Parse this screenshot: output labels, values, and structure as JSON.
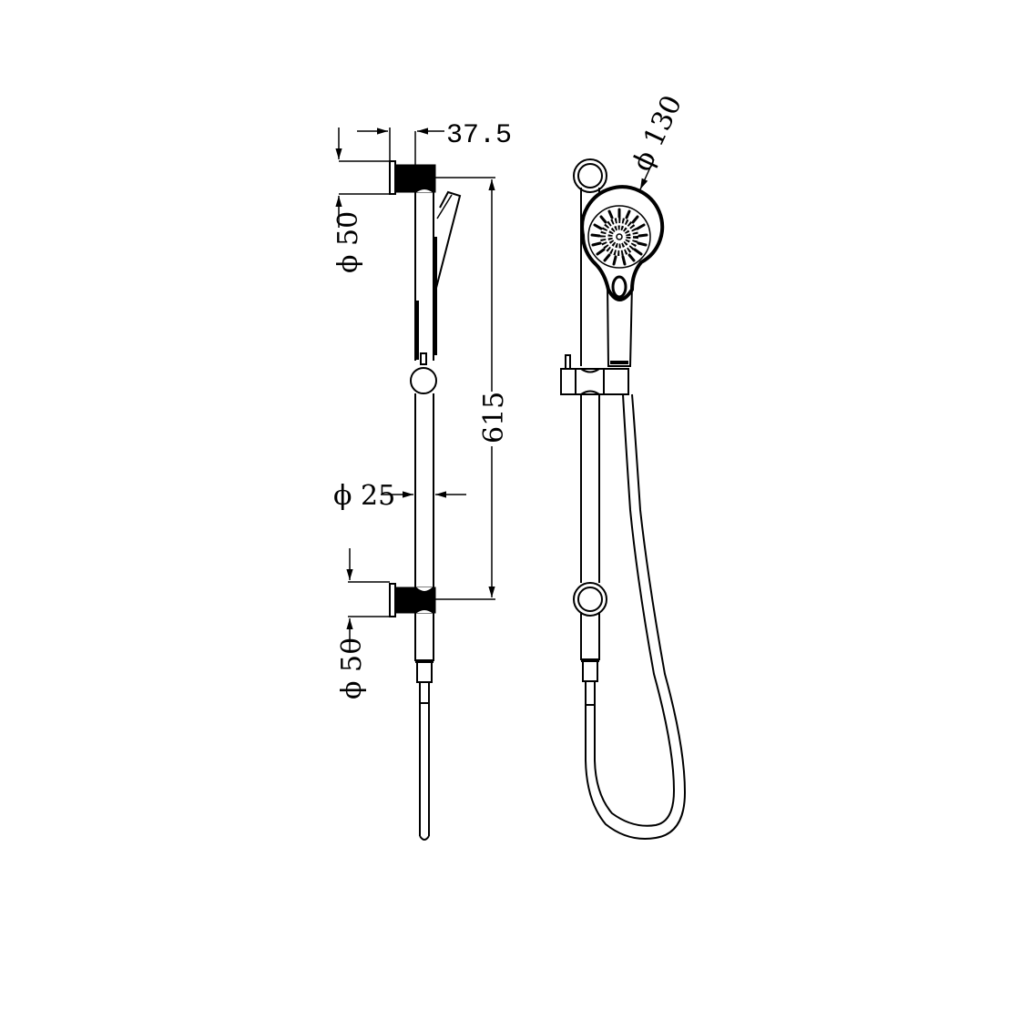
{
  "drawing": {
    "type": "technical-drawing",
    "subject": "shower rail with hand shower",
    "views": [
      "side-view",
      "front-view"
    ],
    "background": "#ffffff",
    "line_color": "#000000"
  },
  "dimensions": {
    "bracket_offset": "37.5",
    "top_bracket_diameter": "ϕ 50",
    "bottom_bracket_diameter": "ϕ 50",
    "rail_diameter": "ϕ 25",
    "rail_length": "615",
    "head_diameter": "ϕ 130"
  }
}
